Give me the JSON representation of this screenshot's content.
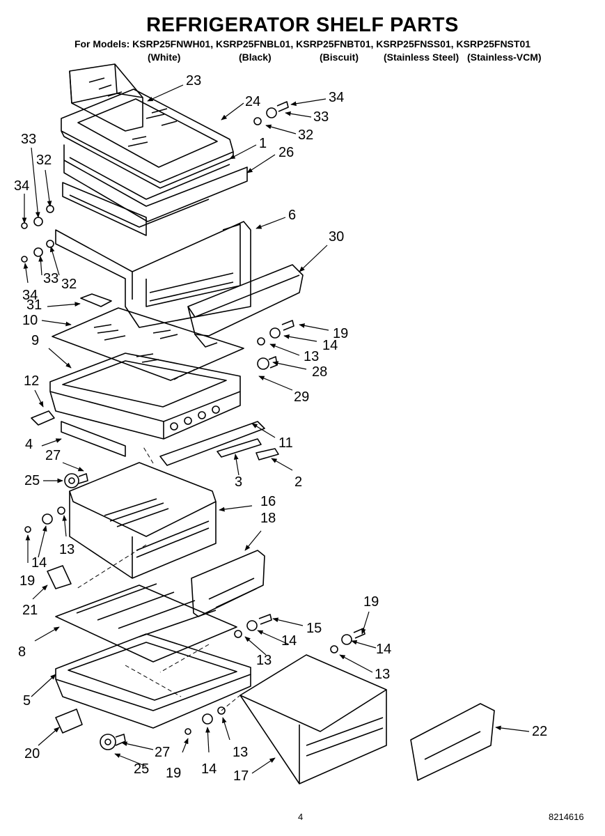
{
  "header": {
    "title": "REFRIGERATOR SHELF PARTS",
    "models": "For Models: KSRP25FNWH01, KSRP25FNBL01, KSRP25FNBT01, KSRP25FNSS01, KSRP25FNST01",
    "finishes": [
      "(White)",
      "(Black)",
      "(Biscuit)",
      "(Stainless Steel)",
      "(Stainless-VCM)"
    ]
  },
  "callouts": [
    {
      "id": "c23a",
      "text": "23"
    },
    {
      "id": "c24",
      "text": "24"
    },
    {
      "id": "c34a",
      "text": "34"
    },
    {
      "id": "c33a",
      "text": "33"
    },
    {
      "id": "c32a",
      "text": "32"
    },
    {
      "id": "c1",
      "text": "1"
    },
    {
      "id": "c26",
      "text": "26"
    },
    {
      "id": "c33b",
      "text": "33"
    },
    {
      "id": "c32b",
      "text": "32"
    },
    {
      "id": "c34b",
      "text": "34"
    },
    {
      "id": "c6",
      "text": "6"
    },
    {
      "id": "c30",
      "text": "30"
    },
    {
      "id": "c33c",
      "text": "33"
    },
    {
      "id": "c32c",
      "text": "32"
    },
    {
      "id": "c34c",
      "text": "34"
    },
    {
      "id": "c31",
      "text": "31"
    },
    {
      "id": "c10",
      "text": "10"
    },
    {
      "id": "c9",
      "text": "9"
    },
    {
      "id": "c19a",
      "text": "19"
    },
    {
      "id": "c14a",
      "text": "14"
    },
    {
      "id": "c13a",
      "text": "13"
    },
    {
      "id": "c28",
      "text": "28"
    },
    {
      "id": "c29",
      "text": "29"
    },
    {
      "id": "c12",
      "text": "12"
    },
    {
      "id": "c4",
      "text": "4"
    },
    {
      "id": "c11",
      "text": "11"
    },
    {
      "id": "c27a",
      "text": "27"
    },
    {
      "id": "c25a",
      "text": "25"
    },
    {
      "id": "c3",
      "text": "3"
    },
    {
      "id": "c2",
      "text": "2"
    },
    {
      "id": "c16",
      "text": "16"
    },
    {
      "id": "c18",
      "text": "18"
    },
    {
      "id": "c14b",
      "text": "14"
    },
    {
      "id": "c13b",
      "text": "13"
    },
    {
      "id": "c19b",
      "text": "19"
    },
    {
      "id": "c21",
      "text": "21"
    },
    {
      "id": "c19c",
      "text": "19"
    },
    {
      "id": "c15",
      "text": "15"
    },
    {
      "id": "c14c",
      "text": "14"
    },
    {
      "id": "c14d",
      "text": "14"
    },
    {
      "id": "c8",
      "text": "8"
    },
    {
      "id": "c13c",
      "text": "13"
    },
    {
      "id": "c13d",
      "text": "13"
    },
    {
      "id": "c5",
      "text": "5"
    },
    {
      "id": "c22",
      "text": "22"
    },
    {
      "id": "c20",
      "text": "20"
    },
    {
      "id": "c27b",
      "text": "27"
    },
    {
      "id": "c13e",
      "text": "13"
    },
    {
      "id": "c25b",
      "text": "25"
    },
    {
      "id": "c19d",
      "text": "19"
    },
    {
      "id": "c14e",
      "text": "14"
    },
    {
      "id": "c17",
      "text": "17"
    }
  ],
  "footer": {
    "page_number": "4",
    "document_number": "8214616"
  }
}
